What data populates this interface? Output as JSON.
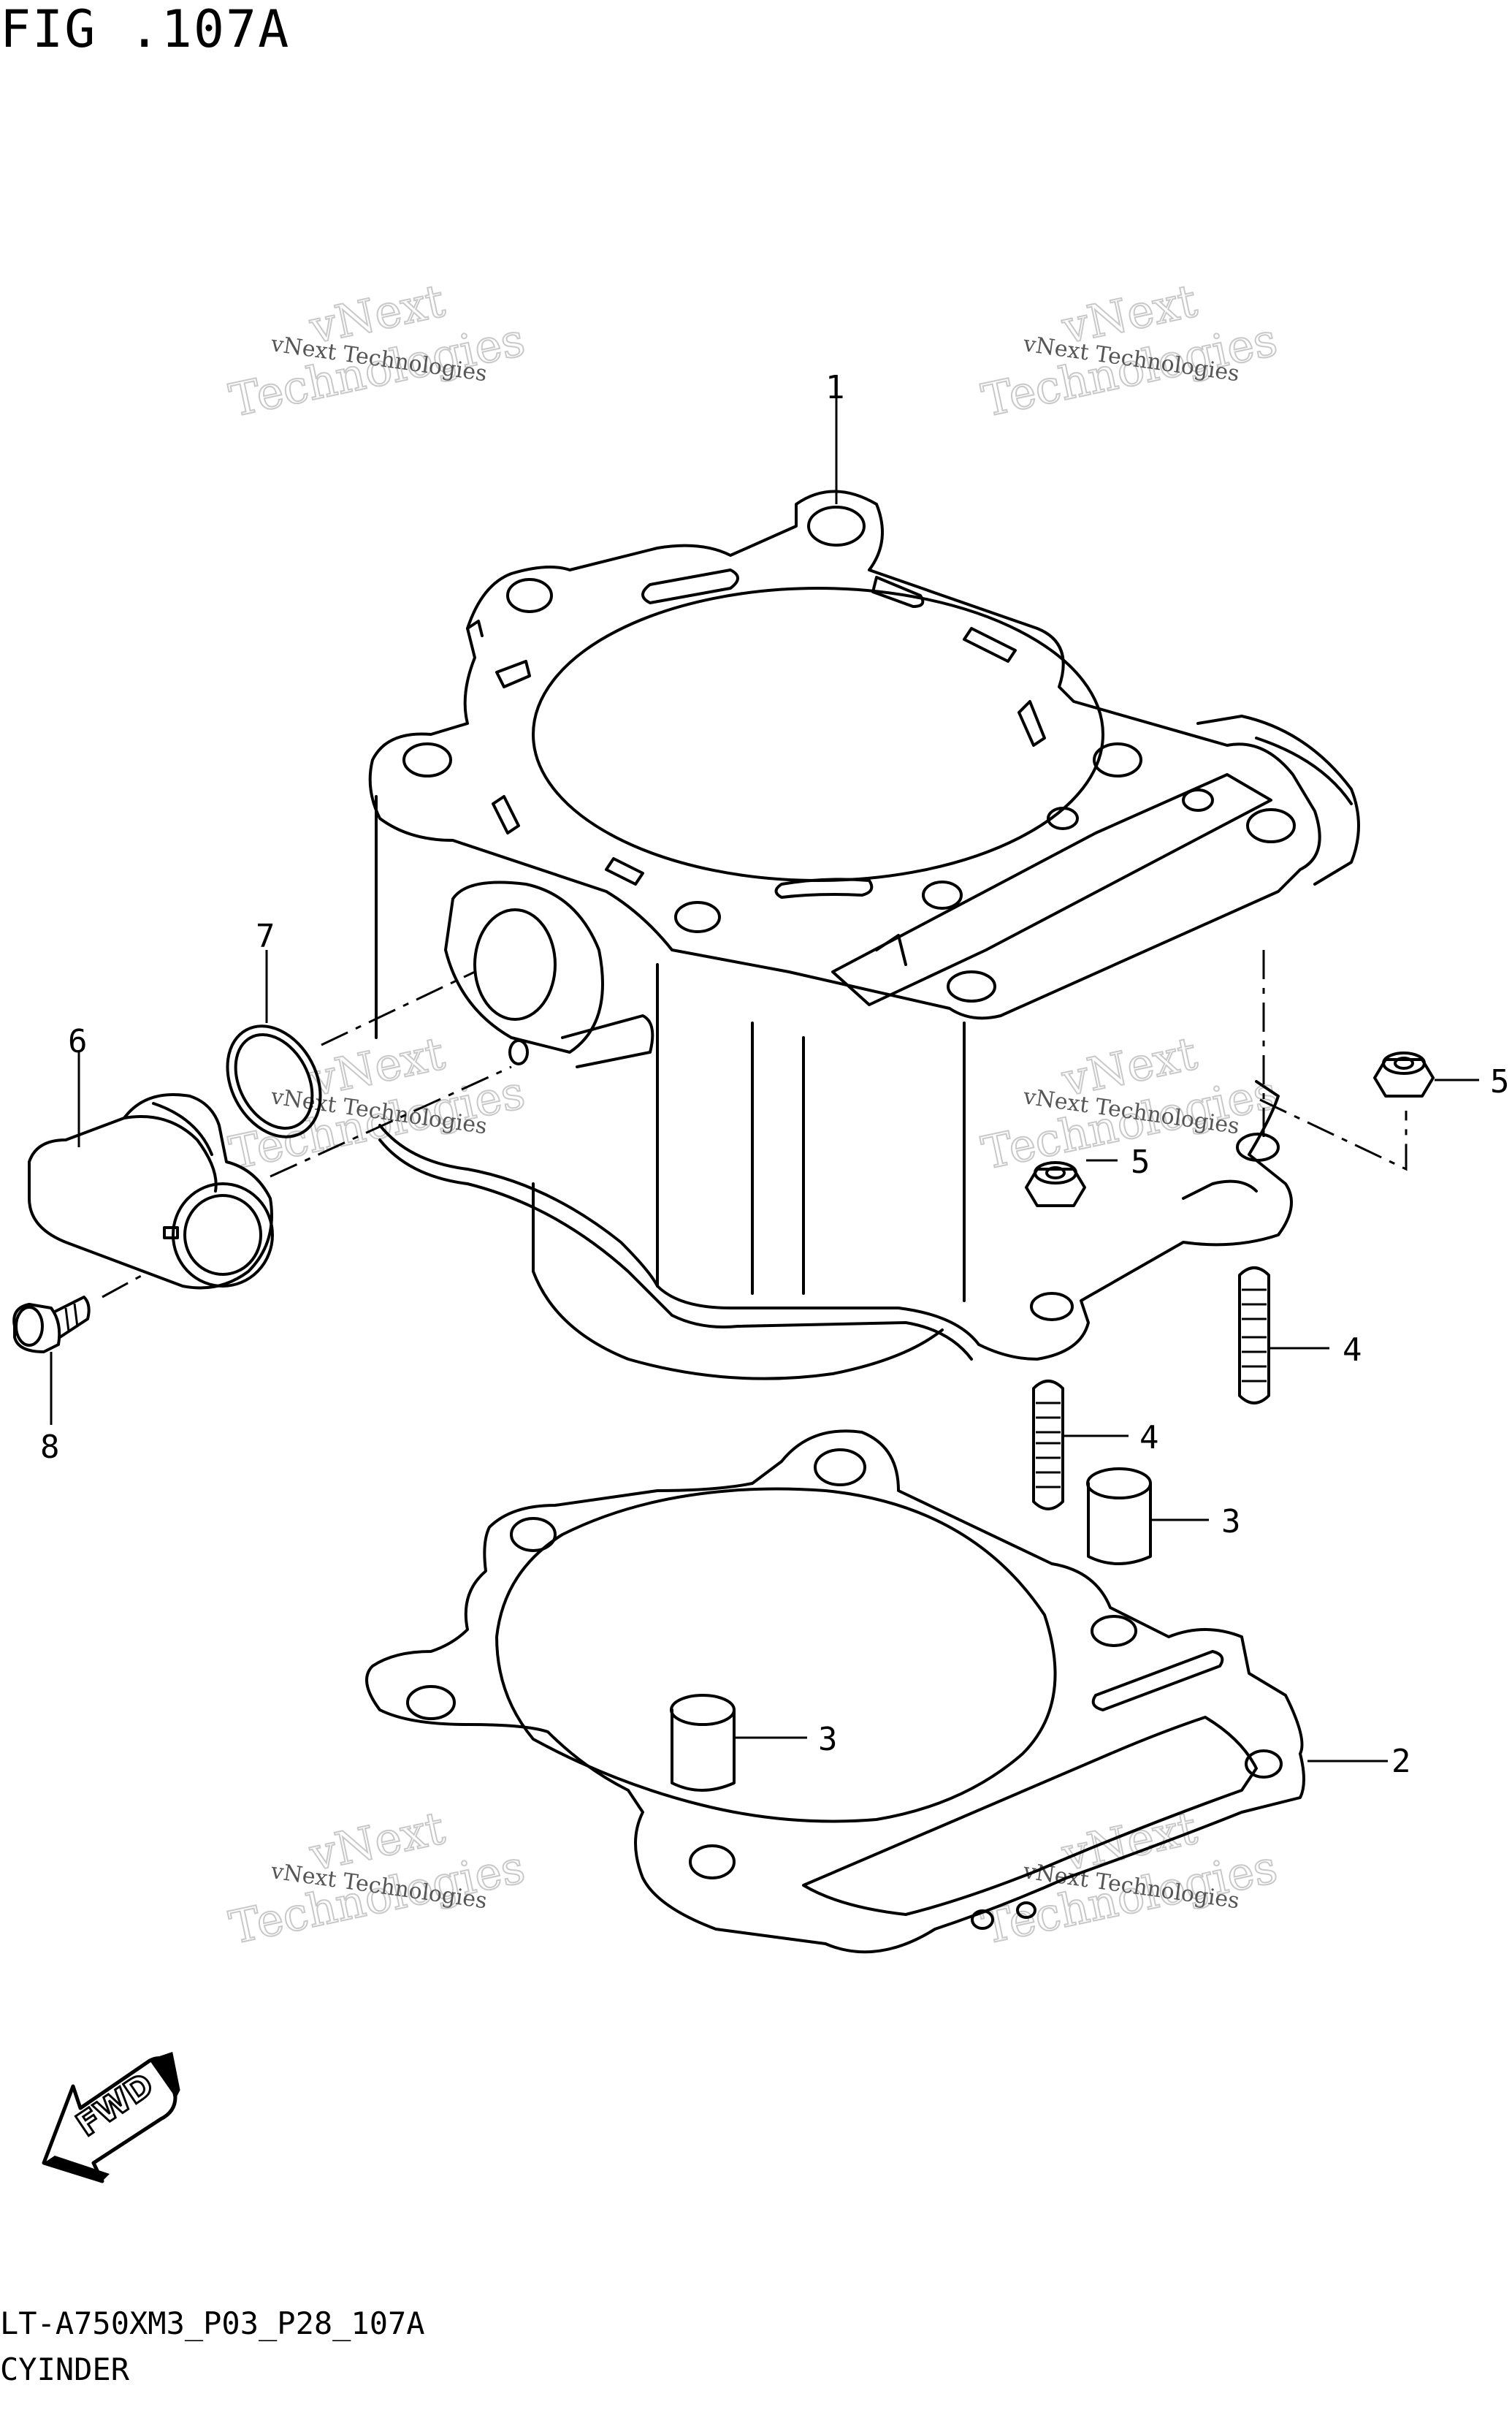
{
  "figure": {
    "title": "FIG .107A",
    "code": "LT-A750XM3_P03_P28_107A",
    "name": "CYINDER"
  },
  "watermark": {
    "line1": "vNext",
    "line2": "Technologies",
    "small": "vNext Technologies"
  },
  "fwd_label": "FWD",
  "callouts": {
    "c1": "1",
    "c2": "2",
    "c3a": "3",
    "c3b": "3",
    "c4a": "4",
    "c4b": "4",
    "c5a": "5",
    "c5b": "5",
    "c6": "6",
    "c7": "7",
    "c8": "8"
  }
}
